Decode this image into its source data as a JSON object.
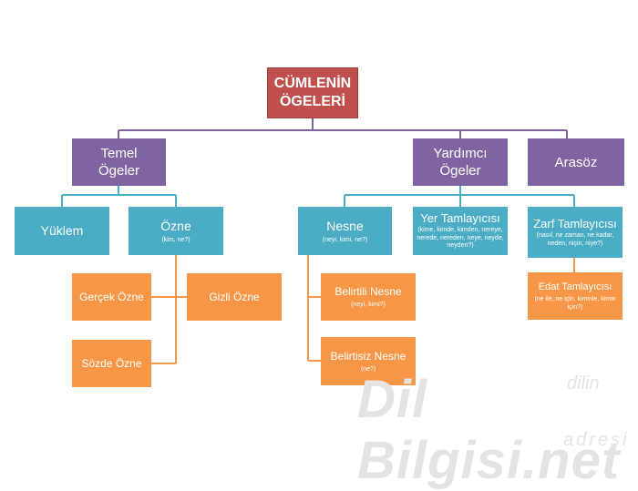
{
  "root": {
    "line1": "CÜMLENİN",
    "line2": "ÖGELERİ"
  },
  "groups": {
    "temel": {
      "line1": "Temel",
      "line2": "Ögeler"
    },
    "yardimci": {
      "line1": "Yardımcı",
      "line2": "Ögeler"
    },
    "arasoz": {
      "label": "Arasöz"
    }
  },
  "items": {
    "yuklem": {
      "label": "Yüklem"
    },
    "ozne": {
      "label": "Özne",
      "hint": "(kim, ne?)"
    },
    "nesne": {
      "label": "Nesne",
      "hint": "(neyi, kimi, ne?)"
    },
    "yer": {
      "label": "Yer Tamlayıcısı",
      "hint": "(kime, kimde, kimden, nereye, nerede, nereden, neye, neyde, neyden?)"
    },
    "zarf": {
      "label": "Zarf Tamlayıcısı",
      "hint": "(nasıl, ne zaman, ne kadar, neden, niçin, niye?)"
    },
    "gercek": {
      "label": "Gerçek Özne"
    },
    "gizli": {
      "label": "Gizli Özne"
    },
    "sozde": {
      "label": "Sözde Özne"
    },
    "belirtili": {
      "label": "Belirtili Nesne",
      "hint": "(neyi, kimi?)"
    },
    "belirtisiz": {
      "label": "Belirtisiz Nesne",
      "hint": "(ne?)"
    },
    "edat": {
      "label": "Edat Tamlayıcısı",
      "hint": "(ne ile, ne için, kiminle, kimin için?)"
    }
  },
  "watermark": {
    "main": "Dil Bilgisi.net",
    "top": "dilin",
    "bottom": "adresi"
  },
  "colors": {
    "root": "#c0504d",
    "group": "#8064a2",
    "item": "#4bacc6",
    "subitem": "#f79646",
    "connector_main": "#8064a2",
    "connector_blue": "#4bacc6",
    "connector_orange": "#f79646"
  }
}
